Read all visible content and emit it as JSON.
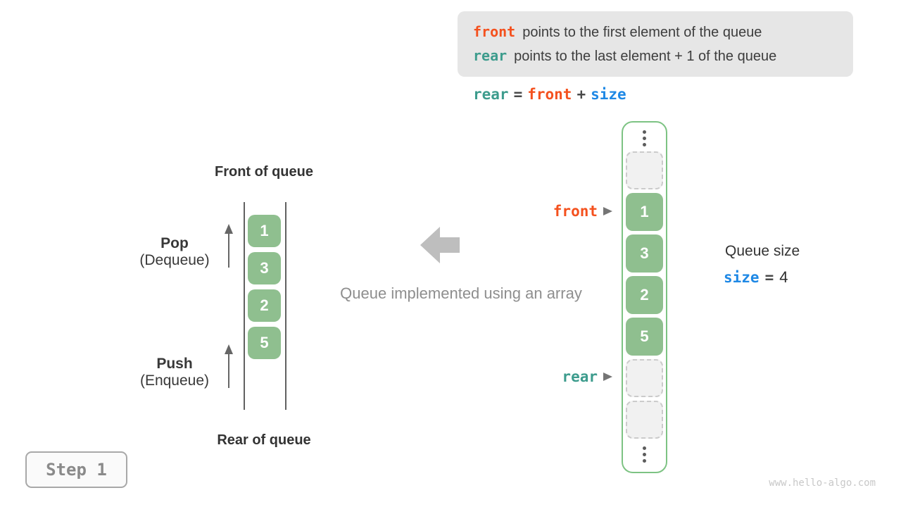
{
  "info_box": {
    "line1_keyword": "front",
    "line1_text": "points to the first element of the queue",
    "line2_keyword": "rear",
    "line2_text": "points to the last element + 1 of the queue"
  },
  "formula": {
    "rear": "rear",
    "equals": "=",
    "front": "front",
    "plus": "+",
    "size": "size"
  },
  "left_queue": {
    "front_title": "Front of queue",
    "rear_title": "Rear of queue",
    "pop_label": "Pop",
    "pop_sub": "(Dequeue)",
    "push_label": "Push",
    "push_sub": "(Enqueue)",
    "values": [
      "1",
      "3",
      "2",
      "5"
    ]
  },
  "middle": {
    "caption": "Queue implemented using an array"
  },
  "array": {
    "values": [
      "1",
      "3",
      "2",
      "5"
    ],
    "front_pointer": "front",
    "rear_pointer": "rear"
  },
  "size_panel": {
    "title": "Queue size",
    "variable": "size",
    "equals": "=",
    "value": "4"
  },
  "step_badge": "Step 1",
  "watermark": "www.hello-algo.com",
  "colors": {
    "keyword_orange": "#f4511e",
    "keyword_teal": "#3d9c8d",
    "keyword_blue": "#1e88e5",
    "cell_green": "#8fbf8f",
    "container_border_green": "#7dc383",
    "info_box_bg": "#e6e6e6",
    "muted_gray": "#8e8e8e"
  }
}
